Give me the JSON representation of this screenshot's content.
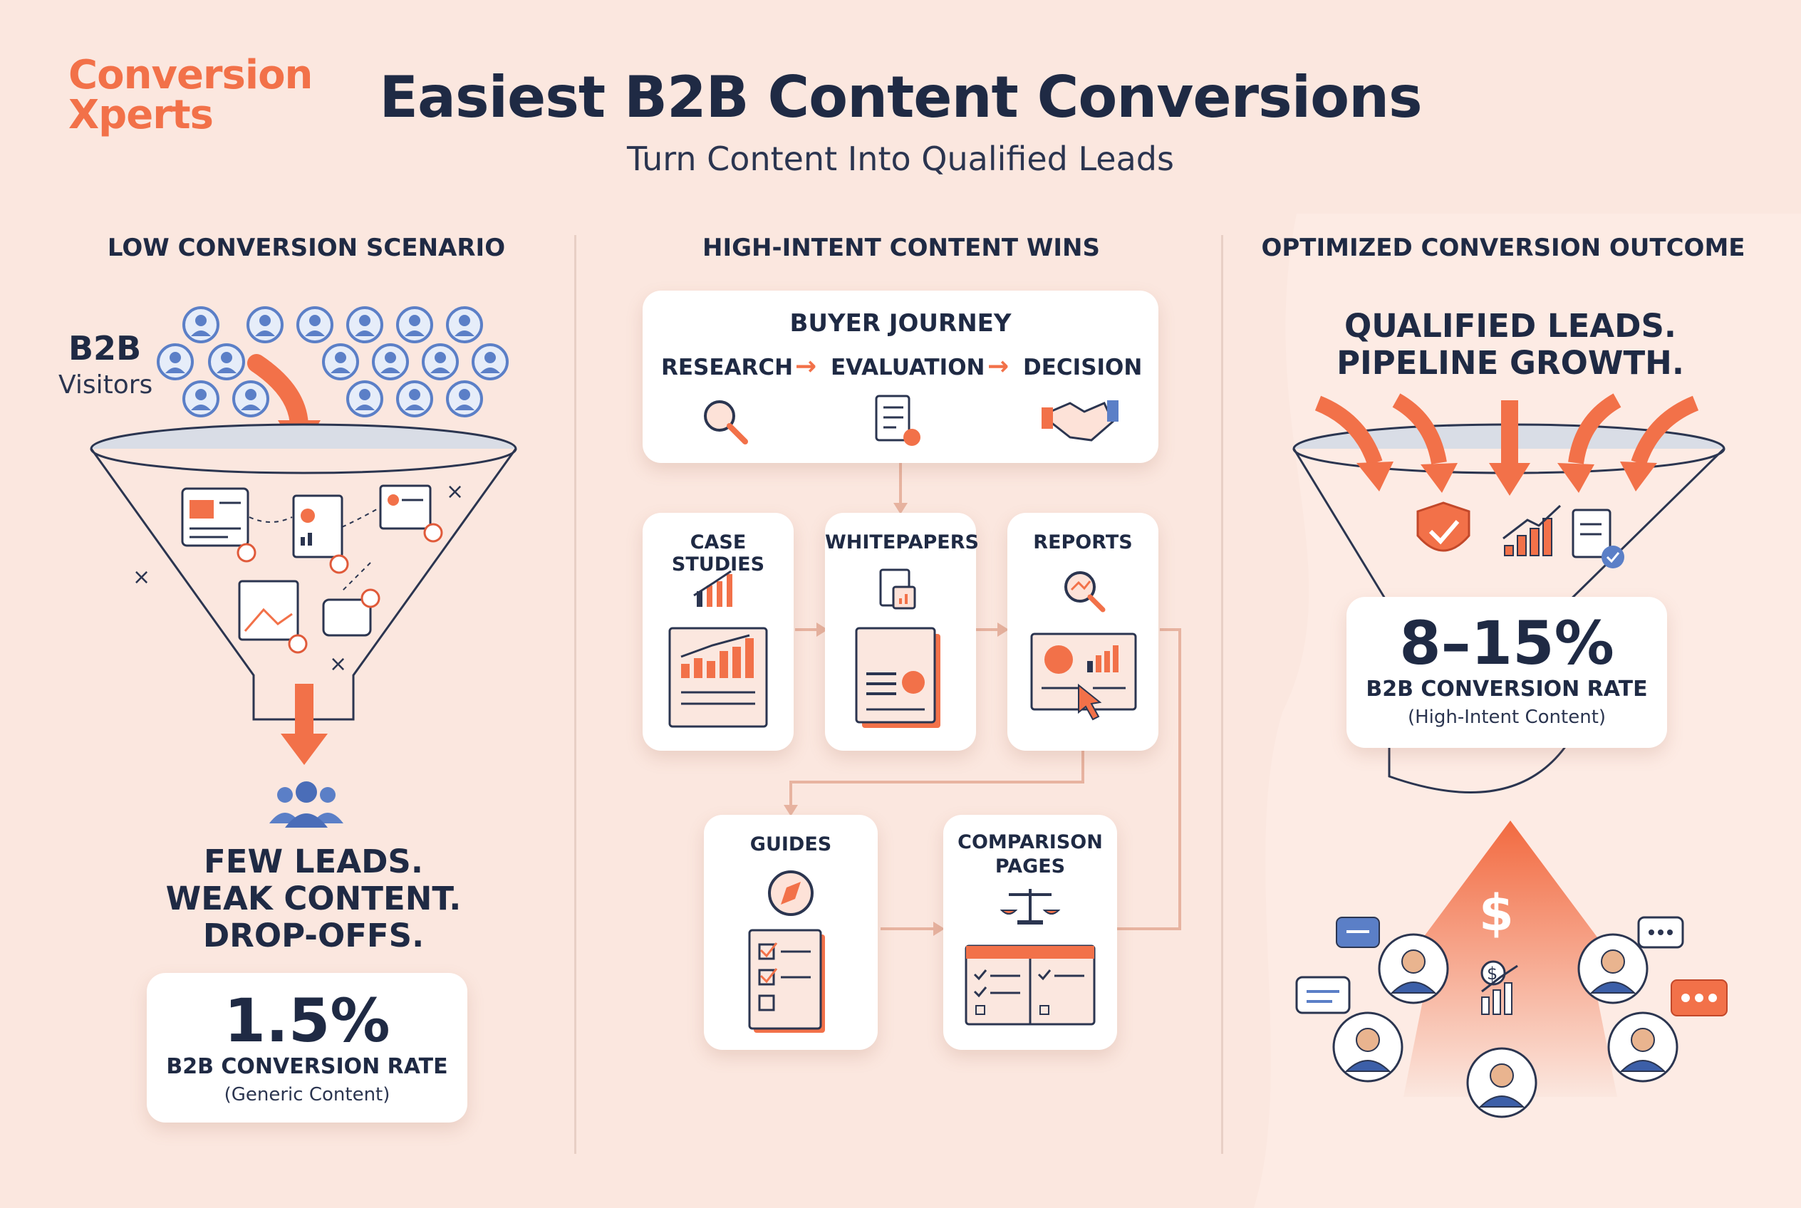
{
  "brand": {
    "line1": "Conversion",
    "line2": "Xperts"
  },
  "header": {
    "title": "Easiest B2B Content Conversions",
    "subtitle": "Turn Content Into Qualified Leads"
  },
  "left": {
    "heading": "LOW CONVERSION SCENARIO",
    "visitors_label_1": "B2B",
    "visitors_label_2": "Visitors",
    "result_line1": "FEW LEADS.",
    "result_line2": "WEAK CONTENT.",
    "result_line3": "DROP-OFFS.",
    "rate": "1.5%",
    "rate_label": "B2B CONVERSION RATE",
    "rate_note": "(Generic Content)"
  },
  "middle": {
    "heading": "HIGH-INTENT CONTENT WINS",
    "journey_title": "BUYER JOURNEY",
    "stage1": "RESEARCH",
    "stage2": "EVALUATION",
    "stage3": "DECISION",
    "arrow": "→",
    "content_types": {
      "case_studies": "CASE STUDIES",
      "whitepapers": "WHITEPAPERS",
      "reports": "REPORTS",
      "guides": "GUIDES",
      "comparison_1": "COMPARISON",
      "comparison_2": "PAGES"
    }
  },
  "right": {
    "heading": "OPTIMIZED CONVERSION OUTCOME",
    "result_line1": "QUALIFIED LEADS.",
    "result_line2": "PIPELINE GROWTH.",
    "rate": "8–15%",
    "rate_label": "B2B CONVERSION RATE",
    "rate_note": "(High-Intent Content)",
    "dollar": "$"
  },
  "colors": {
    "accent": "#f27149",
    "navy": "#1f2a44",
    "avatar_blue": "#5b7fc7",
    "background": "#fbe7df"
  }
}
